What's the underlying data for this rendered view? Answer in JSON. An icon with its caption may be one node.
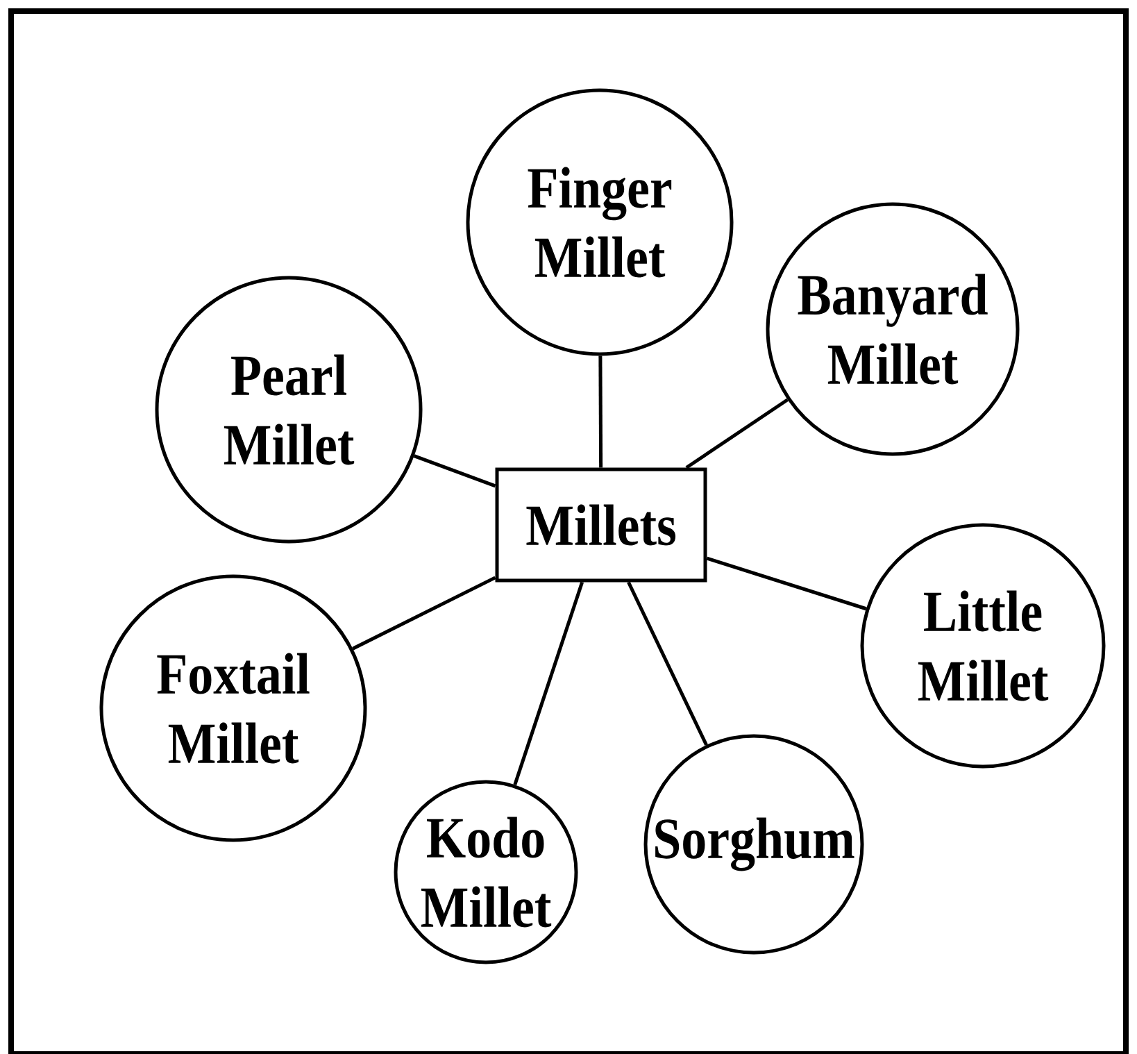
{
  "diagram": {
    "nodes": [
      {
        "text": [
          "Finger Millet"
        ]
      },
      {
        "text": [
          "Pearl Millet"
        ]
      },
      {
        "text": [
          "Banyard Millet"
        ]
      },
      {
        "text": [
          "Millets"
        ]
      },
      {
        "text": [
          "Little Millet"
        ]
      },
      {
        "text": [
          "Foxtail Millet"
        ]
      },
      {
        "text": [
          "Kodo Millet"
        ]
      },
      {
        "text": [
          "Sorghum"
        ]
      }
    ],
    "edges": [
      {
        "from": 3,
        "to": 0,
        "arrow": "none"
      },
      {
        "from": 3,
        "to": 1,
        "arrow": "none"
      },
      {
        "from": 3,
        "to": 2,
        "arrow": "none"
      },
      {
        "from": 3,
        "to": 4,
        "arrow": "none"
      },
      {
        "from": 3,
        "to": 5,
        "arrow": "none"
      },
      {
        "from": 3,
        "to": 6,
        "arrow": "none"
      },
      {
        "from": 3,
        "to": 7,
        "arrow": "none"
      }
    ]
  }
}
